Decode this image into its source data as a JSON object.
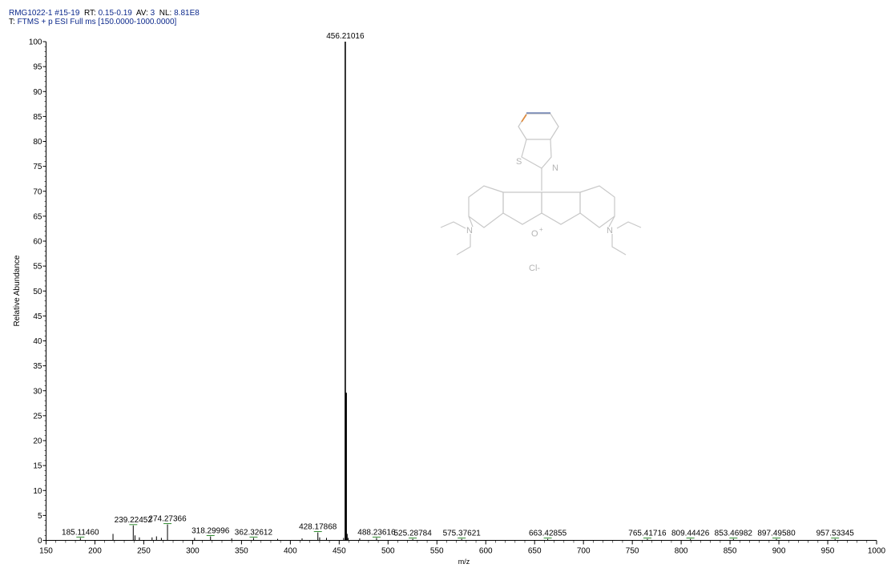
{
  "header": {
    "line1": {
      "sample": "RMG1022-1",
      "scan": "#15-19",
      "rt_label": "RT:",
      "rt_value": "0.15-0.19",
      "av_label": "AV:",
      "av_value": "3",
      "nl_label": "NL:",
      "nl_value": "8.81E8"
    },
    "line2": {
      "t_label": "T:",
      "filter": "FTMS + p ESI Full ms [150.0000-1000.0000]"
    }
  },
  "structure": {
    "atom_s": "S",
    "atom_n_thiazole": "N",
    "atom_n_left": "N",
    "atom_n_right": "N",
    "atom_o": "O",
    "charge": "+",
    "counterion": "Cl-"
  },
  "colors": {
    "header_text": "#0d2a8c",
    "peaks": "#000000",
    "label_marker": "#2e8b2e",
    "structure": "#c8c8c8"
  },
  "chart_data": {
    "type": "bar",
    "xlabel": "m/z",
    "ylabel": "Relative Abundance",
    "xlim": [
      150,
      1000
    ],
    "ylim": [
      0,
      100
    ],
    "x_ticks": [
      150,
      200,
      250,
      300,
      350,
      400,
      450,
      500,
      550,
      600,
      650,
      700,
      750,
      800,
      850,
      900,
      950,
      1000
    ],
    "y_ticks": [
      0,
      5,
      10,
      15,
      20,
      25,
      30,
      35,
      40,
      45,
      50,
      55,
      60,
      65,
      70,
      75,
      80,
      85,
      90,
      95,
      100
    ],
    "grid": false,
    "peaks": [
      {
        "mz": 185.1146,
        "abundance": 0.5
      },
      {
        "mz": 218.5,
        "abundance": 1.3
      },
      {
        "mz": 239.22452,
        "abundance": 3.0
      },
      {
        "mz": 241.0,
        "abundance": 1.0
      },
      {
        "mz": 245.5,
        "abundance": 0.6
      },
      {
        "mz": 258.5,
        "abundance": 0.6
      },
      {
        "mz": 263.0,
        "abundance": 0.8
      },
      {
        "mz": 268.0,
        "abundance": 0.5
      },
      {
        "mz": 274.27366,
        "abundance": 3.2
      },
      {
        "mz": 302.0,
        "abundance": 0.5
      },
      {
        "mz": 318.29996,
        "abundance": 0.8
      },
      {
        "mz": 340.0,
        "abundance": 0.4
      },
      {
        "mz": 362.32612,
        "abundance": 0.5
      },
      {
        "mz": 387.0,
        "abundance": 0.3
      },
      {
        "mz": 412.0,
        "abundance": 0.4
      },
      {
        "mz": 428.17868,
        "abundance": 1.6
      },
      {
        "mz": 430.0,
        "abundance": 0.6
      },
      {
        "mz": 437.0,
        "abundance": 0.5
      },
      {
        "mz": 454.5,
        "abundance": 0.5
      },
      {
        "mz": 456.21016,
        "abundance": 100
      },
      {
        "mz": 457.21,
        "abundance": 29.6
      },
      {
        "mz": 458.2,
        "abundance": 1.3
      },
      {
        "mz": 459.2,
        "abundance": 0.5
      },
      {
        "mz": 471.0,
        "abundance": 0.4
      },
      {
        "mz": 488.23616,
        "abundance": 0.5
      },
      {
        "mz": 525.28784,
        "abundance": 0.3
      },
      {
        "mz": 575.37621,
        "abundance": 0.3
      },
      {
        "mz": 663.42855,
        "abundance": 0.3
      },
      {
        "mz": 765.41716,
        "abundance": 0.3
      },
      {
        "mz": 809.44426,
        "abundance": 0.3
      },
      {
        "mz": 853.46982,
        "abundance": 0.3
      },
      {
        "mz": 897.4958,
        "abundance": 0.3
      },
      {
        "mz": 957.53345,
        "abundance": 0.3
      }
    ],
    "labeled_peaks": [
      {
        "mz": 185.1146,
        "abundance": 0.5,
        "label": "185.11460"
      },
      {
        "mz": 239.22452,
        "abundance": 3.0,
        "label": "239.22452"
      },
      {
        "mz": 274.27366,
        "abundance": 3.2,
        "label": "274.27366"
      },
      {
        "mz": 318.29996,
        "abundance": 0.8,
        "label": "318.29996"
      },
      {
        "mz": 362.32612,
        "abundance": 0.5,
        "label": "362.32612"
      },
      {
        "mz": 428.17868,
        "abundance": 1.6,
        "label": "428.17868"
      },
      {
        "mz": 456.21016,
        "abundance": 100,
        "label": "456.21016"
      },
      {
        "mz": 488.23616,
        "abundance": 0.5,
        "label": "488.23616"
      },
      {
        "mz": 525.28784,
        "abundance": 0.3,
        "label": "525.28784"
      },
      {
        "mz": 575.37621,
        "abundance": 0.3,
        "label": "575.37621"
      },
      {
        "mz": 663.42855,
        "abundance": 0.3,
        "label": "663.42855"
      },
      {
        "mz": 765.41716,
        "abundance": 0.3,
        "label": "765.41716"
      },
      {
        "mz": 809.44426,
        "abundance": 0.3,
        "label": "809.44426"
      },
      {
        "mz": 853.46982,
        "abundance": 0.3,
        "label": "853.46982"
      },
      {
        "mz": 897.4958,
        "abundance": 0.3,
        "label": "897.49580"
      },
      {
        "mz": 957.53345,
        "abundance": 0.3,
        "label": "957.53345"
      }
    ]
  }
}
